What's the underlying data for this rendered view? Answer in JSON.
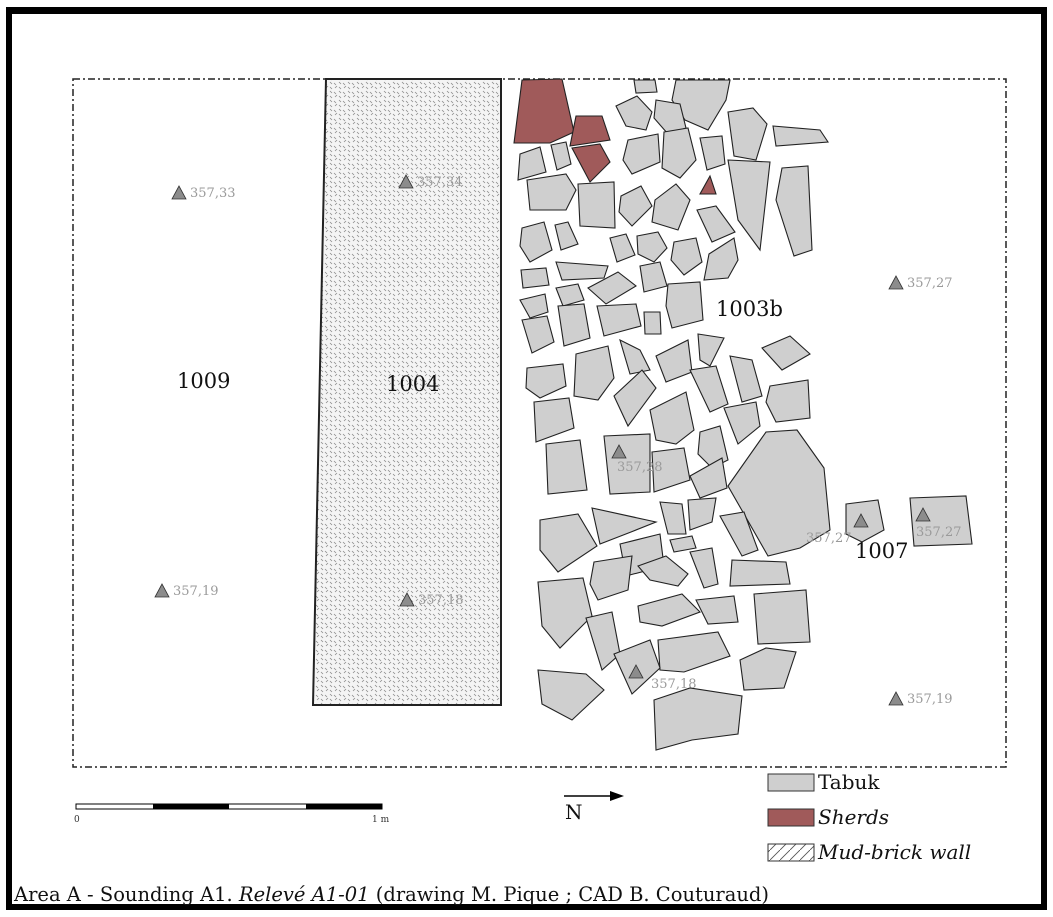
{
  "contexts": {
    "c1009": "1009",
    "c1004": "1004",
    "c1003b": "1003b",
    "c1007": "1007"
  },
  "elevations": {
    "e1": "357,33",
    "e2": "357,34",
    "e3": "357,27",
    "e4": "357,28",
    "e5": "357,27",
    "e6": "357,27",
    "e7": "357,19",
    "e8": "357,18",
    "e9": "357,18",
    "e10": "357,19"
  },
  "scale": {
    "start": "0",
    "end": "1 m"
  },
  "north": "N",
  "legend": {
    "tabuk": "Tabuk",
    "sherds": "Sherds",
    "mudbrick": "Mud-brick wall"
  },
  "caption": {
    "part1": "Area A - Sounding A1. ",
    "part2": "Relevé A1-01",
    "part3": " (drawing M. Pique ; CAD B. Couturaud)"
  },
  "colors": {
    "stone": "#cfcfcf",
    "sherd": "#a05a5a",
    "elevation_marker": "#8c8c8c"
  }
}
